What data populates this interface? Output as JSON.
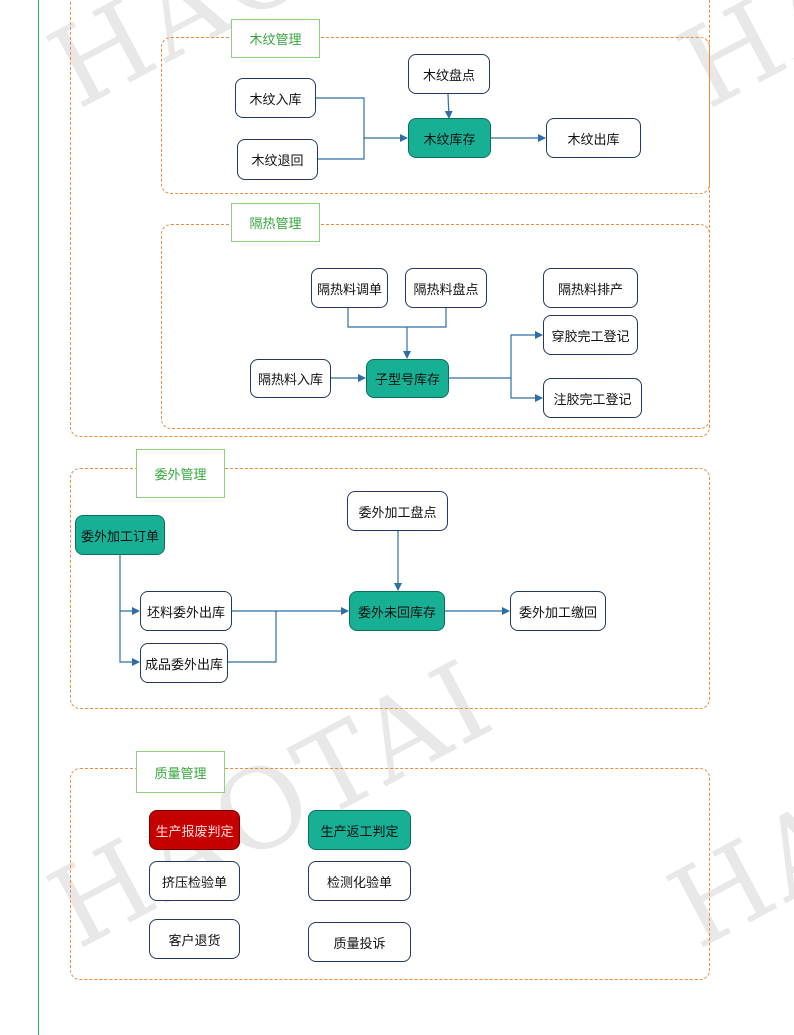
{
  "watermark": "HAOTAI",
  "colors": {
    "teal": "#17b094",
    "red": "#c40000",
    "dash": "#ef8a3b",
    "title_green": "#35a63c",
    "line_blue": "#2e6ea6"
  },
  "groups": {
    "wood": {
      "title": "木纹管理",
      "nodes": {
        "count": "木纹盘点",
        "in": "木纹入库",
        "return": "木纹退回",
        "stock": "木纹库存",
        "out": "木纹出库"
      }
    },
    "heat": {
      "title": "隔热管理",
      "nodes": {
        "adjust": "隔热料调单",
        "count": "隔热料盘点",
        "schedule": "隔热料排产",
        "threading": "穿胶完工登记",
        "in": "隔热料入库",
        "stock": "子型号库存",
        "injection": "注胶完工登记"
      }
    },
    "outsource": {
      "title": "委外管理",
      "nodes": {
        "order": "委外加工订单",
        "count": "委外加工盘点",
        "blank_out": "坯料委外出库",
        "stock": "委外未回库存",
        "return": "委外加工缴回",
        "finished_out": "成品委外出库"
      }
    },
    "quality": {
      "title": "质量管理",
      "nodes": {
        "scrap": "生产报废判定",
        "rework": "生产返工判定",
        "extrusion": "挤压检验单",
        "chem": "检测化验单",
        "customer": "客户退货",
        "complaint": "质量投诉"
      }
    }
  }
}
